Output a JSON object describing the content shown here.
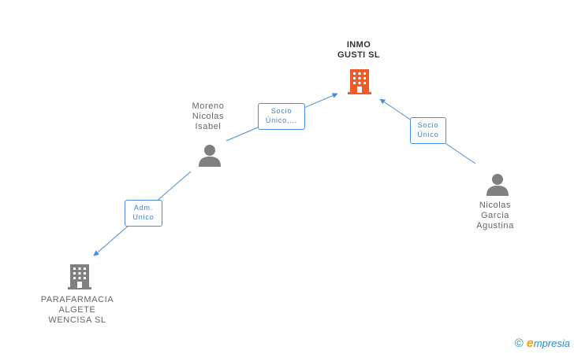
{
  "nodes": {
    "inmo": {
      "lines": [
        "INMO",
        "GUSTI SL"
      ],
      "type": "company",
      "color": "#f15a24"
    },
    "moreno": {
      "lines": [
        "Moreno",
        "Nicolas",
        "Isabel"
      ],
      "type": "person",
      "color": "#808080"
    },
    "nicolas": {
      "lines": [
        "Nicolas",
        "Garcia",
        "Agustina"
      ],
      "type": "person",
      "color": "#808080"
    },
    "parafarmacia": {
      "lines": [
        "PARAFARMACIA",
        "ALGETE",
        "WENCISA SL"
      ],
      "type": "company",
      "color": "#808080"
    }
  },
  "edges": {
    "moreno_inmo": {
      "lines": [
        "Socio",
        "Único,..."
      ]
    },
    "nicolas_inmo": {
      "lines": [
        "Socio",
        "Único"
      ]
    },
    "moreno_parafarmacia": {
      "lines": [
        "Adm.",
        "Unico"
      ]
    }
  },
  "colors": {
    "edge": "#4a8fd6"
  },
  "brand": {
    "copyright": "©",
    "e": "e",
    "rest": "mpresia"
  }
}
